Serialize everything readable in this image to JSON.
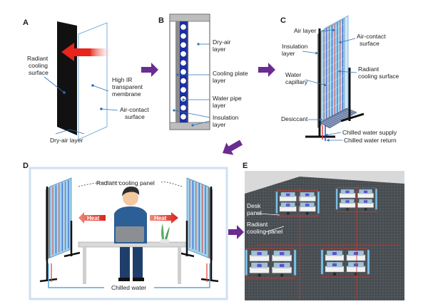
{
  "panels": {
    "a": {
      "letter": "A",
      "radiant_cooling_surface": [
        "Radiant",
        "cooling",
        "surface"
      ],
      "membrane": [
        "High IR",
        "transparent",
        "membrane"
      ],
      "air_contact_surface": [
        "Air-contact",
        "surface"
      ],
      "dry_air_layer": "Dry-air layer"
    },
    "b": {
      "letter": "B",
      "dry_air_layer": [
        "Dry-air",
        "layer"
      ],
      "cooling_plate_layer": [
        "Cooling plate",
        "layer"
      ],
      "water_pipe_layer": [
        "Water pipe",
        "layer"
      ],
      "insulation_layer": [
        "Insulation",
        "layer"
      ]
    },
    "c": {
      "letter": "C",
      "air_layer": "Air layer",
      "air_contact_surface": [
        "Air-contact",
        "surface"
      ],
      "insulation_layer": [
        "Insulation",
        "layer"
      ],
      "radiant_cooling_surface": [
        "Radiant",
        "cooling surface"
      ],
      "water_capillary": [
        "Water",
        "capillary"
      ],
      "desiccant": "Desiccant",
      "chilled_water_supply": "Chilled water supply",
      "chilled_water_return": "Chilled water return"
    },
    "d": {
      "letter": "D",
      "radiant_cooling_panel": "Radiant cooling panel",
      "heat_left": "Heat",
      "heat_right": "Heat",
      "chilled_water": "Chilled water"
    },
    "e": {
      "letter": "E",
      "desk_panel": [
        "Desk",
        "panel"
      ],
      "radiant_cooling_panel": [
        "Radiant",
        "cooling panel"
      ]
    }
  },
  "colors": {
    "flow_arrow": "#6a2c91",
    "heat_red": "#e03a2f",
    "pipe_blue": "#1f3fbf",
    "panel_blue": "#9fd3ee",
    "label_blue": "#2f6fb5"
  }
}
